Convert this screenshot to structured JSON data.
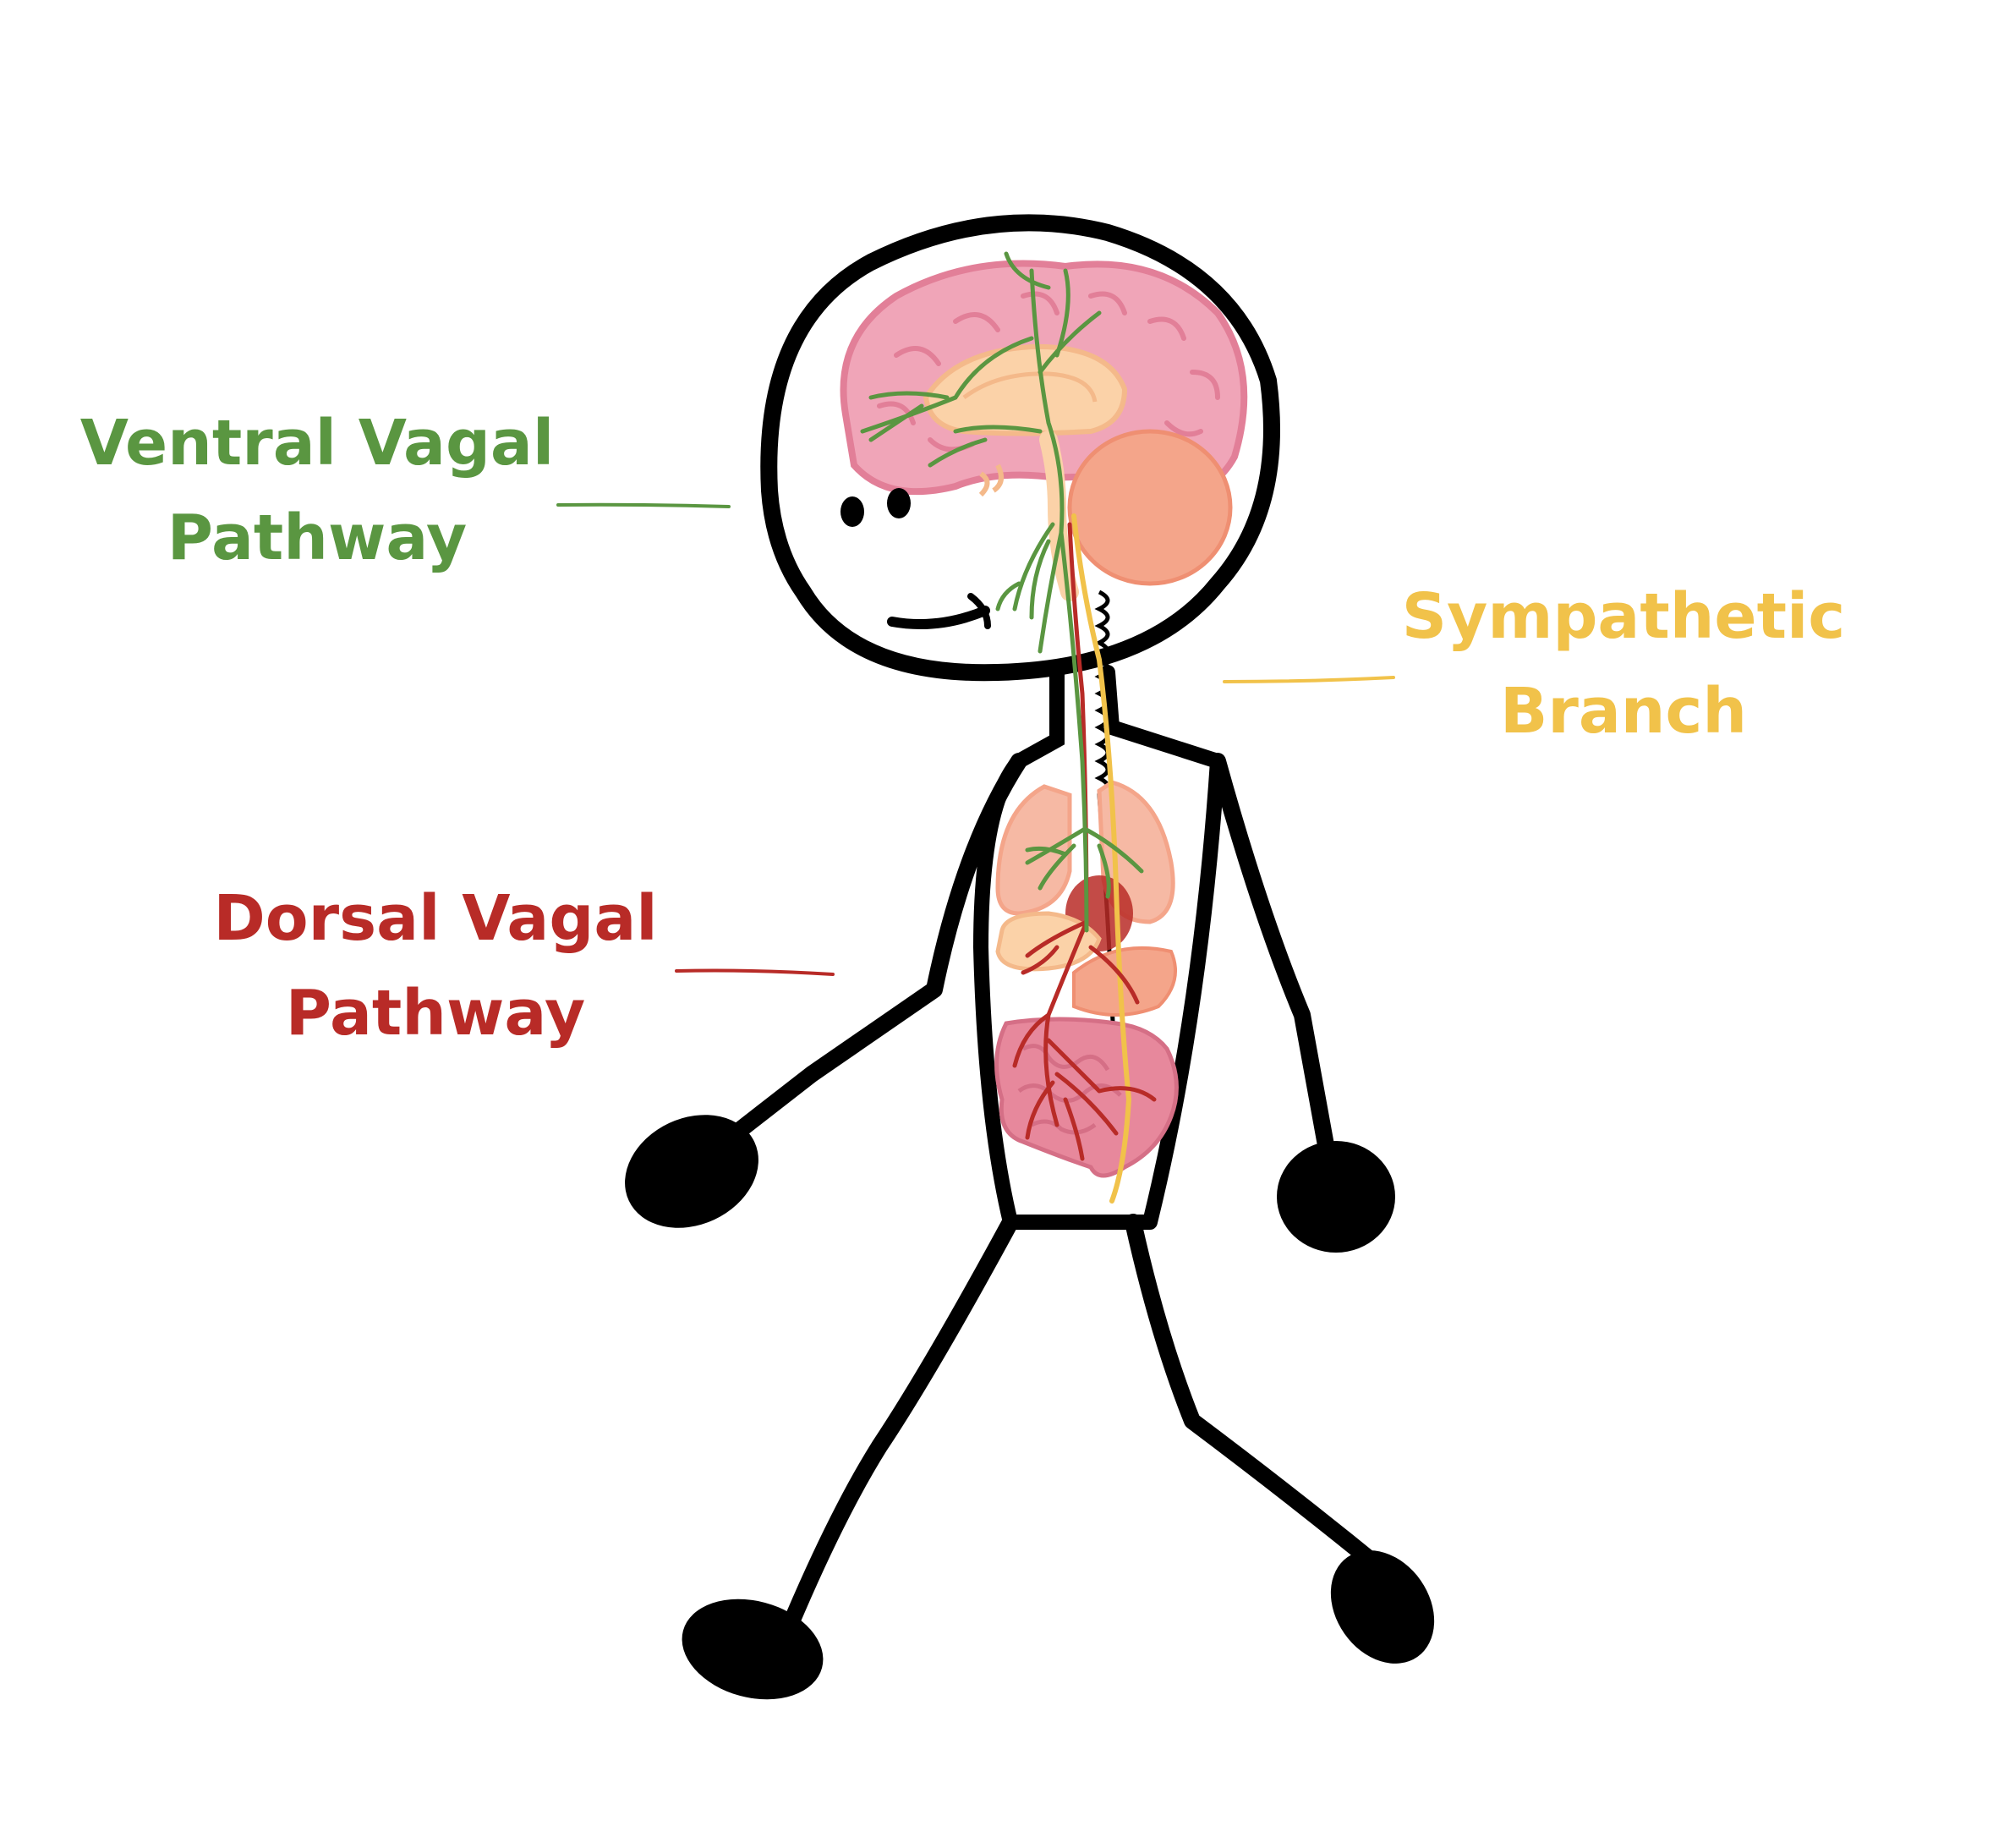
{
  "labels": {
    "ventral": {
      "line1": "Ventral Vagal",
      "line2": "Pathway"
    },
    "sympathetic": {
      "line1": "Sympathetic",
      "line2": "Branch"
    },
    "dorsal": {
      "line1": "Dorsal Vagal",
      "line2": "Pathway"
    }
  },
  "colors": {
    "ventral": "#5a9641",
    "sympathetic": "#f1c24a",
    "dorsal": "#b82b27",
    "outline": "#000000",
    "brain": "#f0a5b8",
    "brain_outline": "#e27f98",
    "organ": "#f4a58a",
    "lung": "#f6b9a4",
    "intestine": "#e7889c",
    "liver": "#fbd2a8"
  },
  "icons": {
    "figure": "stick-figure-icon",
    "brain": "brain-icon",
    "lungs": "lungs-icon",
    "intestines": "intestines-icon",
    "spine": "spine-icon"
  }
}
